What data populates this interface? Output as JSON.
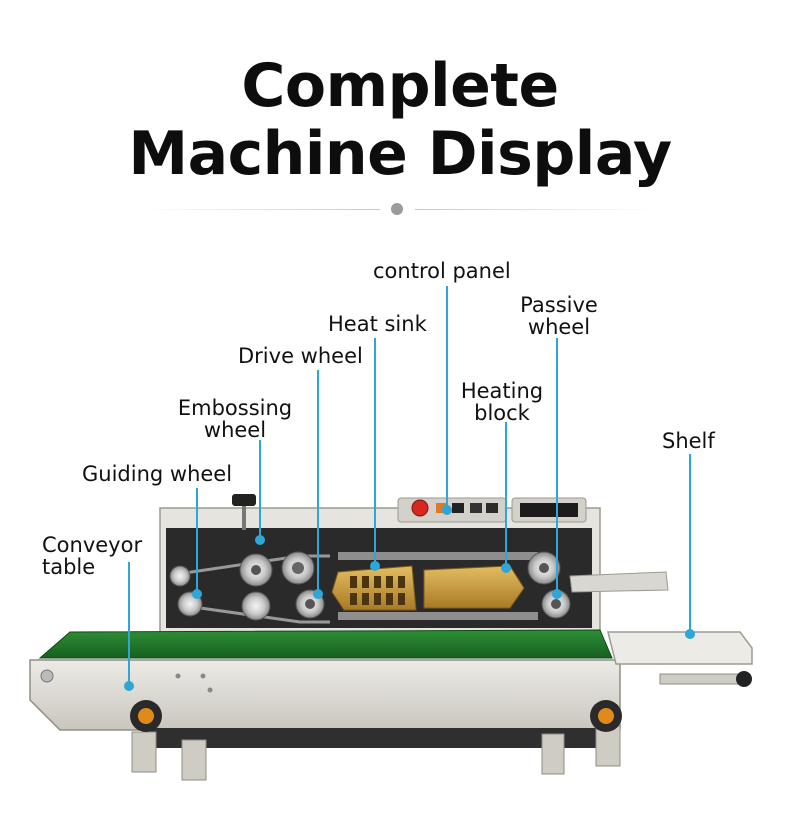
{
  "title": {
    "line1": "Complete",
    "line2": "Machine Display"
  },
  "labels": {
    "control_panel": "control panel",
    "passive_wheel_1": "Passive",
    "passive_wheel_2": "wheel",
    "heat_sink": "Heat sink",
    "drive_wheel": "Drive wheel",
    "heating_block_1": "Heating",
    "heating_block_2": "block",
    "embossing_wheel_1": "Embossing",
    "embossing_wheel_2": "wheel",
    "shelf": "Shelf",
    "guiding_wheel": "Guiding wheel",
    "conveyor_table_1": "Conveyor",
    "conveyor_table_2": "table"
  },
  "colors": {
    "leader": "#2ea6d6",
    "belt": "#1f7a2a",
    "body": "#d9d6cf",
    "brass": "#c89a3c",
    "knob": "#e08a1c"
  }
}
